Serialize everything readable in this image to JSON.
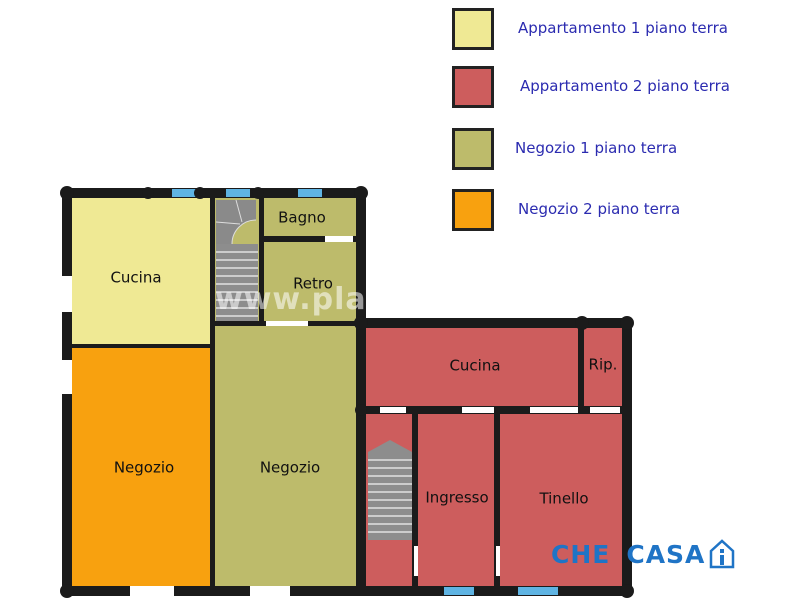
{
  "legend": [
    {
      "label": "Appartamento 1 piano terra",
      "color": "#efe994"
    },
    {
      "label": "Appartamento 2 piano terra",
      "color": "#cd5d5d"
    },
    {
      "label": "Negozio 1 piano terra",
      "color": "#bdbb6b"
    },
    {
      "label": "Negozio 2 piano terra",
      "color": "#f8a10f"
    }
  ],
  "rooms": {
    "cucina_1": "Cucina",
    "bagno": "Bagno",
    "retro": "Retro",
    "negozio_2": "Negozio",
    "negozio_1": "Negozio",
    "cucina_2": "Cucina",
    "ripostiglio": "Rip.",
    "ingresso": "Ingresso",
    "tinello": "Tinello"
  },
  "watermark": "www.planningwiz.com",
  "logo": {
    "part1": "CHE",
    "part2": "CASA"
  },
  "colors": {
    "wall": "#1b1b1b",
    "window": "#5fb4e3"
  }
}
